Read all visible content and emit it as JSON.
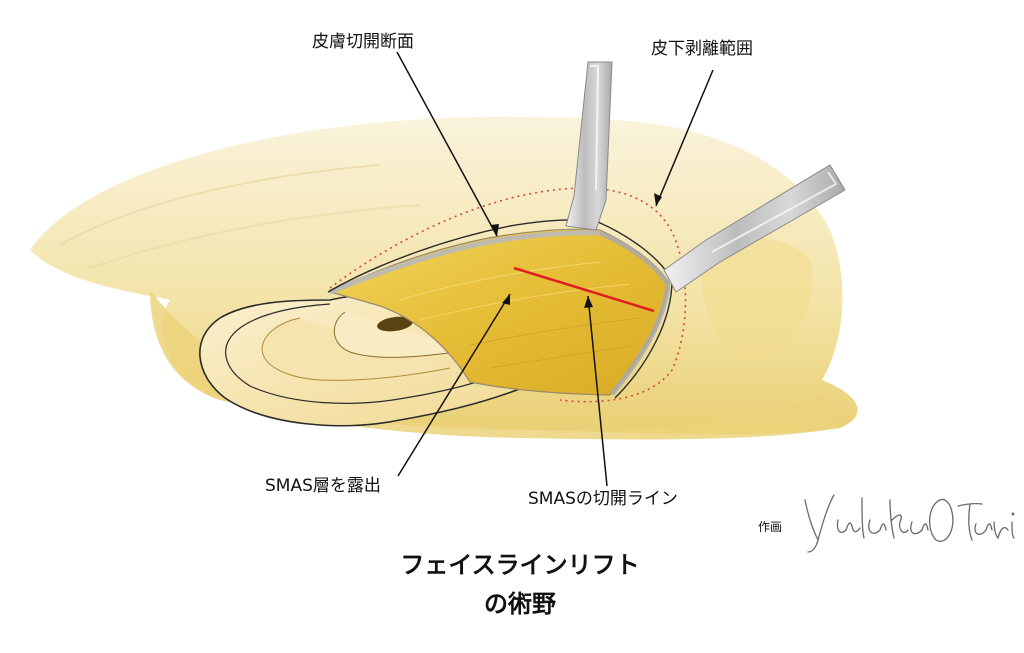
{
  "labels": {
    "skin_incision_section": "皮膚切開断面",
    "subcutaneous_undermining_area": "皮下剥離範囲",
    "smas_exposed": "SMAS層を露出",
    "smas_incision_line": "SMASの切開ライン"
  },
  "credit": {
    "label": "作画"
  },
  "title": {
    "line1": "フェイスラインリフト",
    "line2": "の術野"
  },
  "colors": {
    "skin_light": "#f7ecc8",
    "skin_mid": "#efd98a",
    "skin_dark": "#e3c25a",
    "field_yellow": "#e8c23f",
    "retractor_gray": "#c9c9c9",
    "dotted_red": "#d44a3a",
    "incision_red": "#e02020",
    "pointer_line": "#111111"
  },
  "icons": {
    "signature": "handwritten-signature"
  }
}
